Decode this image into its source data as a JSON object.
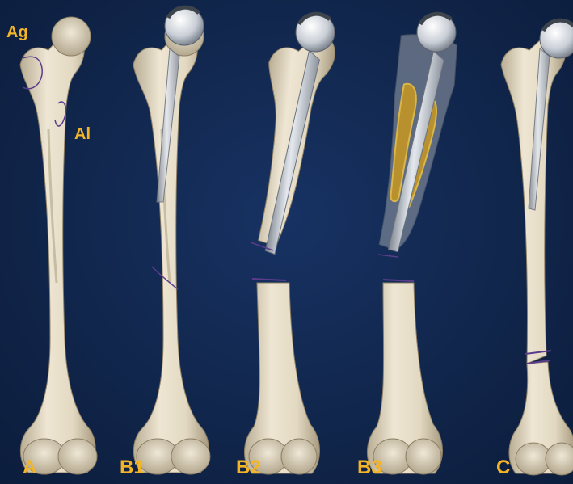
{
  "figure": {
    "panels": [
      {
        "id": "A",
        "label": "A",
        "type": "intact-femur",
        "annotations": [
          "Ag",
          "Al"
        ]
      },
      {
        "id": "B1",
        "label": "B1",
        "type": "stable-stem-fracture"
      },
      {
        "id": "B2",
        "label": "B2",
        "type": "loose-stem-fracture"
      },
      {
        "id": "B3",
        "label": "B3",
        "type": "loose-stem-bone-loss"
      },
      {
        "id": "C",
        "label": "C",
        "type": "distal-fracture"
      }
    ],
    "annotations": {
      "Ag": "Ag",
      "Al": "Al"
    },
    "colors": {
      "background": "#10254a",
      "label": "#f4b428",
      "bone": "#e6ddc7",
      "implant": "#c9ced6",
      "fracture_line": "#5b3c8c",
      "bone_loss": "#b8902e"
    }
  }
}
